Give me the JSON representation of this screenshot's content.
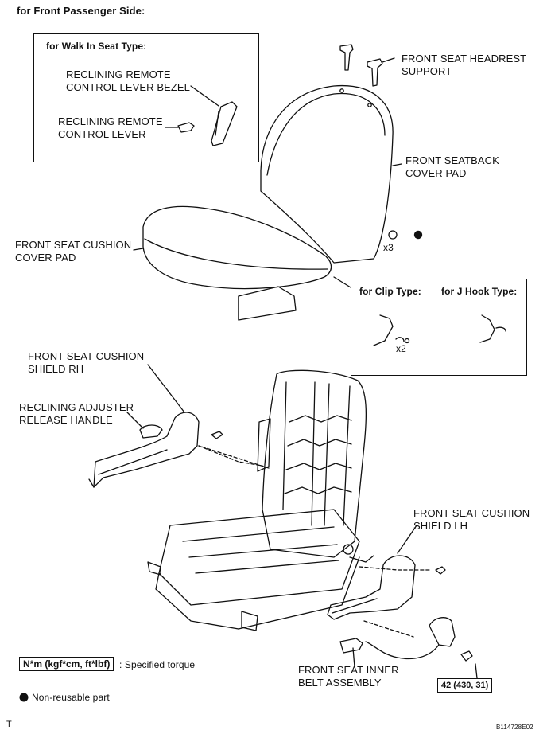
{
  "heading": "for Front Passenger Side:",
  "walk_in_box": {
    "title": "for Walk In Seat Type:",
    "bezel_label": [
      "RECLINING REMOTE",
      "CONTROL LEVER BEZEL"
    ],
    "lever_label": [
      "RECLINING REMOTE",
      "CONTROL LEVER"
    ]
  },
  "parts": {
    "headrest_support": [
      "FRONT SEAT HEADREST",
      "SUPPORT"
    ],
    "seatback_cover_pad": [
      "FRONT SEATBACK",
      "COVER PAD"
    ],
    "cushion_cover_pad": [
      "FRONT SEAT CUSHION",
      "COVER PAD"
    ],
    "shield_rh": [
      "FRONT SEAT CUSHION",
      "SHIELD RH"
    ],
    "adjuster_handle": [
      "RECLINING ADJUSTER",
      "RELEASE HANDLE"
    ],
    "shield_lh": [
      "FRONT SEAT CUSHION",
      "SHIELD LH"
    ],
    "inner_belt": [
      "FRONT SEAT INNER",
      "BELT ASSEMBLY"
    ]
  },
  "qty_hog_ring": "x3",
  "clip_box": {
    "clip_title": "for Clip Type:",
    "jhook_title": "for J Hook Type:",
    "clip_qty": "x2"
  },
  "legend": {
    "torque_unit": "N*m (kgf*cm, ft*lbf)",
    "torque_desc": ": Specified torque",
    "nonreusable": "Non-reusable part"
  },
  "torque_value": "42 (430, 31)",
  "footer": {
    "left_mark": "T",
    "drawing_id": "B114728E02"
  }
}
